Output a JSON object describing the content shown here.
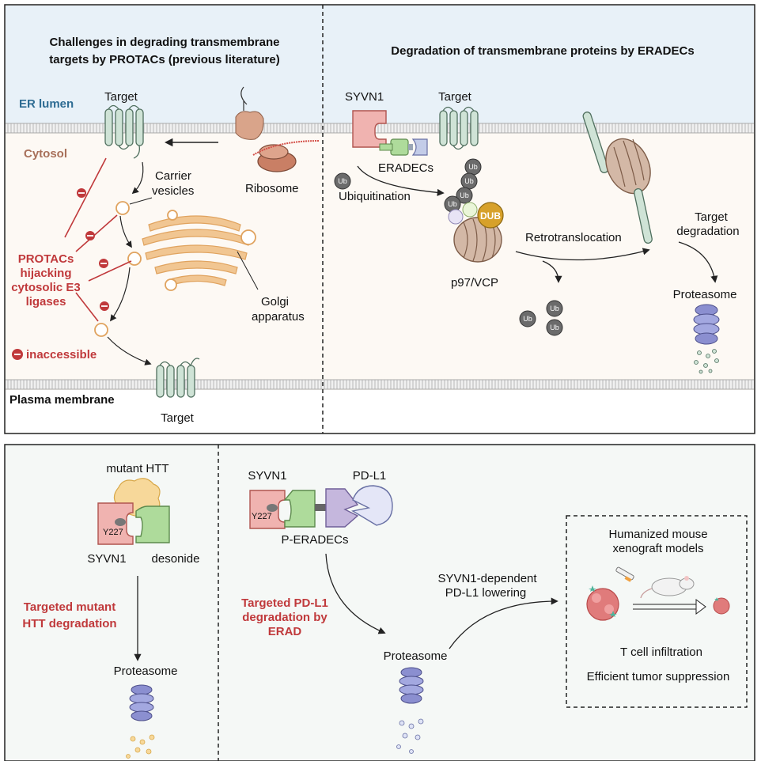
{
  "top_left": {
    "title_line1": "Challenges in degrading transmembrane",
    "title_line2": "targets by PROTACs (previous literature)",
    "er_lumen": "ER lumen",
    "cytosol": "Cytosol",
    "target_top": "Target",
    "carrier_line1": "Carrier",
    "carrier_line2": "vesicles",
    "ribosome": "Ribosome",
    "protacs_line1": "PROTACs",
    "protacs_line2": "hijacking",
    "protacs_line3": "cytosolic E3",
    "protacs_line4": "ligases",
    "golgi_line1": "Golgi",
    "golgi_line2": "apparatus",
    "inaccessible": "inaccessible",
    "plasma_membrane": "Plasma membrane",
    "target_bottom": "Target"
  },
  "top_right": {
    "title": "Degradation of transmembrane proteins by ERADECs",
    "syvn1": "SYVN1",
    "target": "Target",
    "eradecs": "ERADECs",
    "ub": "Ub",
    "ubiquitination": "Ubiquitination",
    "dub": "DUB",
    "p97": "p97/VCP",
    "retrotranslocation": "Retrotranslocation",
    "target_degradation_line1": "Target",
    "target_degradation_line2": "degradation",
    "proteasome": "Proteasome"
  },
  "bottom_left": {
    "mutant_htt": "mutant HTT",
    "y227": "Y227",
    "syvn1": "SYVN1",
    "desonide": "desonide",
    "targeted_line1": "Targeted mutant",
    "targeted_line2": "HTT degradation",
    "proteasome": "Proteasome"
  },
  "bottom_right": {
    "syvn1": "SYVN1",
    "pdl1": "PD-L1",
    "y227": "Y227",
    "peradecs": "P-ERADECs",
    "targeted_line1": "Targeted PD-L1",
    "targeted_line2": "degradation by",
    "targeted_line3": "ERAD",
    "proteasome": "Proteasome",
    "lowering_line1": "SYVN1-dependent",
    "lowering_line2": "PD-L1 lowering",
    "mouse_line1": "Humanized mouse",
    "mouse_line2": "xenograft models",
    "tcell": "T cell infiltration",
    "tumor": "Efficient tumor suppression"
  },
  "colors": {
    "er_lumen_bg": "#e8f1f8",
    "cytosol_bg": "#fdf9f4",
    "bottom_bg": "#f5f8f6",
    "red_accent": "#c0393b",
    "blue_accent": "#2e6c93",
    "brown_accent": "#a8705a"
  }
}
